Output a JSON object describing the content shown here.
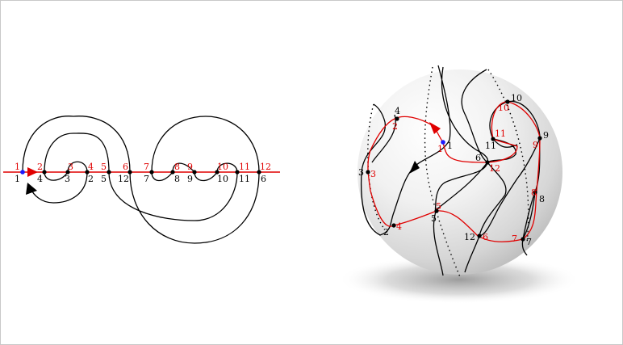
{
  "colors": {
    "curve": "#000000",
    "red": "#e00000",
    "blue": "#1a1aff",
    "sphere_light": "#ffffff",
    "sphere_dark": "#bdbdbd",
    "shadow": "#9a9a9a"
  },
  "left": {
    "black_labels": [
      {
        "id": "l-b1",
        "text": "1"
      },
      {
        "id": "l-b4",
        "text": "4"
      },
      {
        "id": "l-b3",
        "text": "3"
      },
      {
        "id": "l-b2",
        "text": "2"
      },
      {
        "id": "l-b5",
        "text": "5"
      },
      {
        "id": "l-b12",
        "text": "12"
      },
      {
        "id": "l-b7",
        "text": "7"
      },
      {
        "id": "l-b8",
        "text": "8"
      },
      {
        "id": "l-b9",
        "text": "9"
      },
      {
        "id": "l-b10",
        "text": "10"
      },
      {
        "id": "l-b11",
        "text": "11"
      },
      {
        "id": "l-b6",
        "text": "6"
      }
    ],
    "red_labels": [
      {
        "id": "l-r1",
        "text": "1"
      },
      {
        "id": "l-r2",
        "text": "2"
      },
      {
        "id": "l-r3",
        "text": "3"
      },
      {
        "id": "l-r4",
        "text": "4"
      },
      {
        "id": "l-r5",
        "text": "5"
      },
      {
        "id": "l-r6",
        "text": "6"
      },
      {
        "id": "l-r7",
        "text": "7"
      },
      {
        "id": "l-r8",
        "text": "8"
      },
      {
        "id": "l-r9",
        "text": "9"
      },
      {
        "id": "l-r10",
        "text": "10"
      },
      {
        "id": "l-r11",
        "text": "11"
      },
      {
        "id": "l-r12",
        "text": "12"
      }
    ]
  },
  "right": {
    "black_labels": [
      {
        "id": "r-b1",
        "text": "1"
      },
      {
        "id": "r-b2",
        "text": "2"
      },
      {
        "id": "r-b3",
        "text": "3"
      },
      {
        "id": "r-b4",
        "text": "4"
      },
      {
        "id": "r-b5",
        "text": "5"
      },
      {
        "id": "r-b6",
        "text": "6"
      },
      {
        "id": "r-b7",
        "text": "7"
      },
      {
        "id": "r-b8",
        "text": "8"
      },
      {
        "id": "r-b9",
        "text": "9"
      },
      {
        "id": "r-b10",
        "text": "10"
      },
      {
        "id": "r-b11",
        "text": "11"
      },
      {
        "id": "r-b12",
        "text": "12"
      }
    ],
    "red_labels": [
      {
        "id": "r-r1",
        "text": "1"
      },
      {
        "id": "r-r2",
        "text": "2"
      },
      {
        "id": "r-r3",
        "text": "3"
      },
      {
        "id": "r-r4",
        "text": "4"
      },
      {
        "id": "r-r5",
        "text": "5"
      },
      {
        "id": "r-r6",
        "text": "6"
      },
      {
        "id": "r-r7",
        "text": "7"
      },
      {
        "id": "r-r8",
        "text": "8"
      },
      {
        "id": "r-r9",
        "text": "9"
      },
      {
        "id": "r-r10",
        "text": "10"
      },
      {
        "id": "r-r11",
        "text": "11"
      },
      {
        "id": "r-r12",
        "text": "12"
      }
    ]
  }
}
